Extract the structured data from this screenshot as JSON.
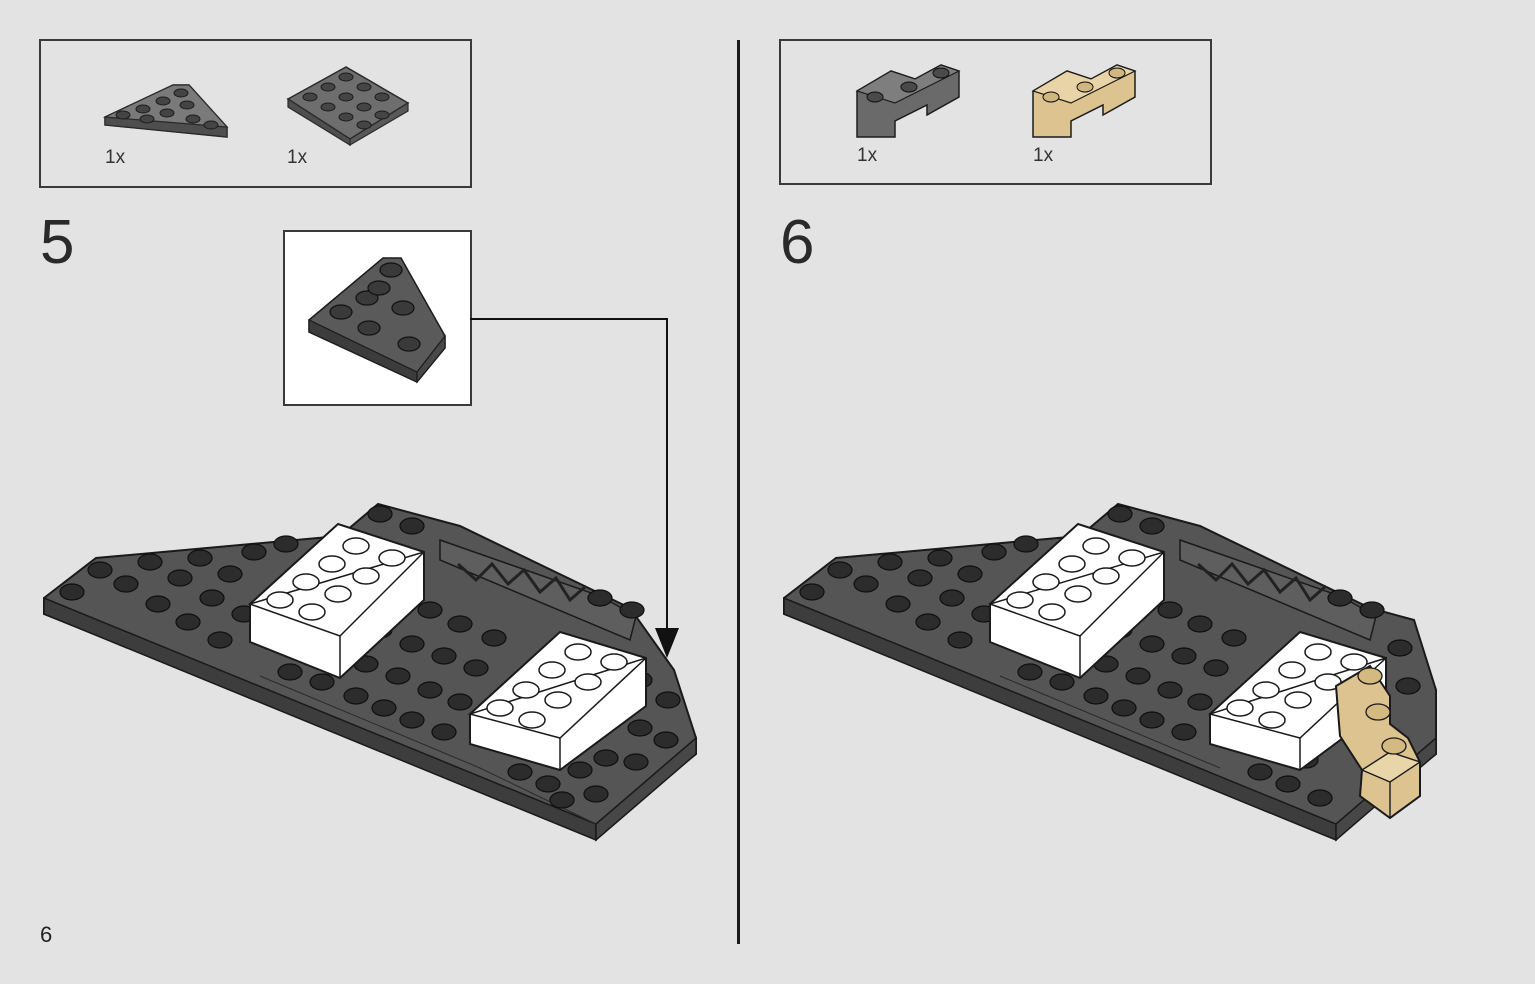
{
  "page": {
    "number": "6"
  },
  "steps": [
    {
      "number": "5",
      "parts": [
        {
          "name": "dark-gray-wedge-plate",
          "qty": "1x",
          "color": "#5b5b5b"
        },
        {
          "name": "dark-gray-wedge-plate-4x4",
          "qty": "1x",
          "color": "#5b5b5b"
        }
      ],
      "callout_part_color": "#4a4a4a"
    },
    {
      "number": "6",
      "parts": [
        {
          "name": "dark-gray-corner-brick",
          "qty": "1x",
          "color": "#6a6a6a"
        },
        {
          "name": "tan-corner-brick",
          "qty": "1x",
          "color": "#dcc38f"
        }
      ]
    }
  ],
  "colors": {
    "background": "#e3e3e3",
    "dark_plate": "#4f4f4f",
    "stud_dark": "#2b2b2b",
    "white_brick": "#ffffff",
    "tan_brick": "#dcc38f"
  }
}
